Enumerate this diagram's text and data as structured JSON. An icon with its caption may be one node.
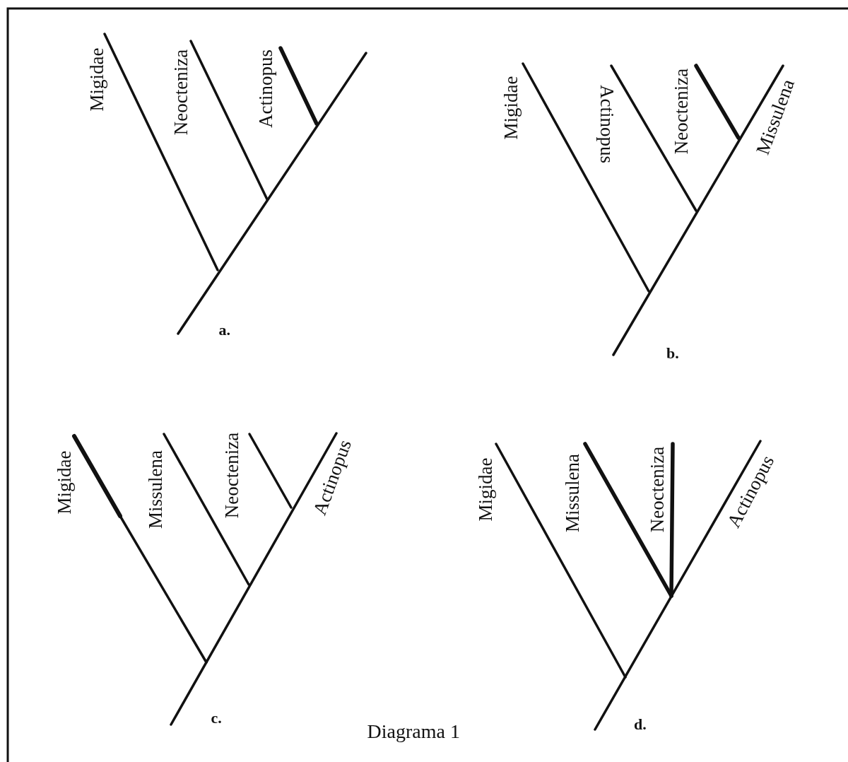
{
  "diagram": {
    "caption": "Diagrama 1",
    "labels": [
      "Migidae",
      "Neocteniza",
      "Actinopus",
      "a.",
      "Migidae",
      "Actinopus",
      "Neocteniza",
      "Missulena",
      "b.",
      "Migidae",
      "Missulena",
      "Neocteniza",
      "Actinopus",
      "c.",
      "Migidae",
      "Missulena",
      "Neocteniza",
      "Actinopus",
      "d."
    ]
  }
}
